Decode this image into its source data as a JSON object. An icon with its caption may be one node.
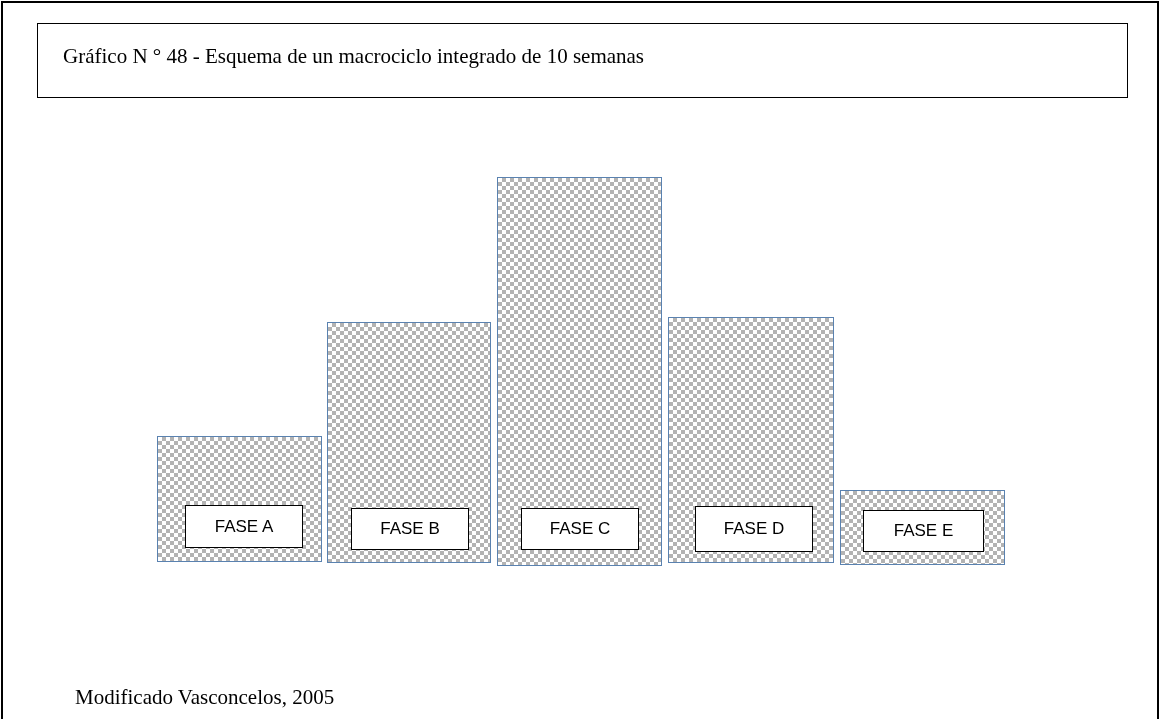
{
  "diagram": {
    "title": "Gráfico N ° 48 - Esquema de un macrociclo integrado de 10 semanas",
    "caption": "Modificado Vasconcelos, 2005",
    "nodes": [
      {
        "text": [],
        "shape": "bar"
      },
      {
        "text": [
          "FASE A"
        ],
        "in": 0
      },
      {
        "text": [],
        "shape": "bar"
      },
      {
        "text": [
          "FASE B"
        ],
        "in": 2
      },
      {
        "text": [],
        "shape": "bar"
      },
      {
        "text": [
          "FASE C"
        ],
        "in": 4
      },
      {
        "text": [],
        "shape": "bar"
      },
      {
        "text": [
          "FASE D"
        ],
        "in": 6
      },
      {
        "text": [],
        "shape": "bar"
      },
      {
        "text": [
          "FASE E"
        ],
        "in": 8
      }
    ]
  }
}
